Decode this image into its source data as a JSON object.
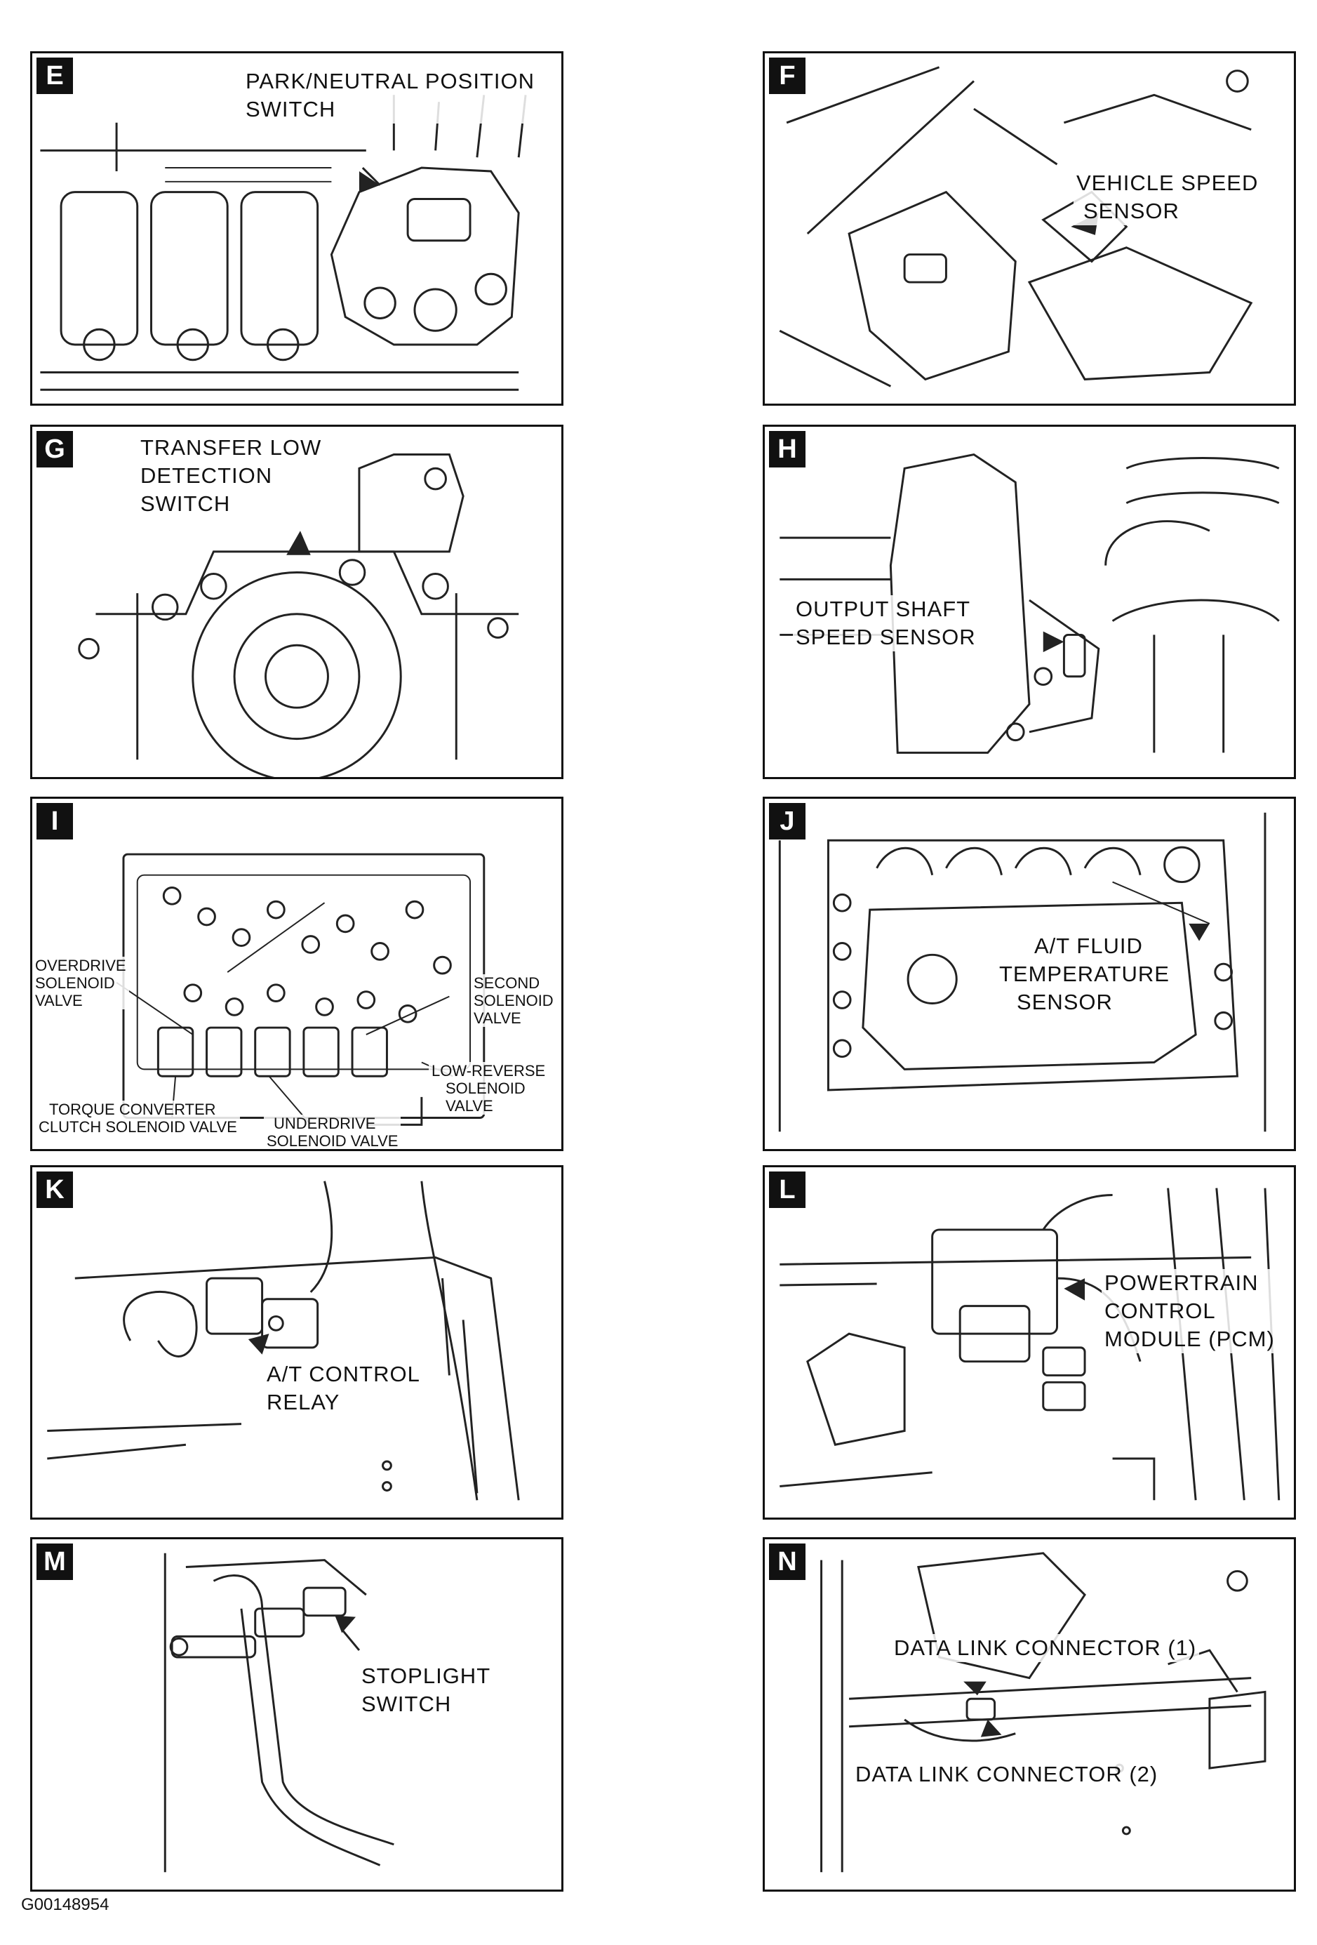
{
  "panels": {
    "E": {
      "letter": "E",
      "labels": [
        "PARK/NEUTRAL POSITION",
        "SWITCH"
      ]
    },
    "F": {
      "letter": "F",
      "labels": [
        "VEHICLE SPEED",
        "SENSOR"
      ]
    },
    "G": {
      "letter": "G",
      "labels": [
        "TRANSFER LOW",
        "DETECTION",
        "SWITCH"
      ]
    },
    "H": {
      "letter": "H",
      "labels": [
        "OUTPUT SHAFT",
        "SPEED SENSOR"
      ]
    },
    "I": {
      "letter": "I",
      "overdrive": [
        "OVERDRIVE",
        "SOLENOID",
        "VALVE"
      ],
      "second": [
        "SECOND",
        "SOLENOID",
        "VALVE"
      ],
      "low_reverse": [
        "LOW-REVERSE",
        "SOLENOID",
        "VALVE"
      ],
      "torque_converter": [
        "TORQUE CONVERTER",
        "CLUTCH SOLENOID VALVE"
      ],
      "underdrive": [
        "UNDERDRIVE",
        "SOLENOID VALVE"
      ]
    },
    "J": {
      "letter": "J",
      "labels": [
        "A/T FLUID",
        "TEMPERATURE",
        "SENSOR"
      ]
    },
    "K": {
      "letter": "K",
      "labels": [
        "A/T CONTROL",
        "RELAY"
      ]
    },
    "L": {
      "letter": "L",
      "labels": [
        "POWERTRAIN",
        "CONTROL",
        "MODULE (PCM)"
      ]
    },
    "M": {
      "letter": "M",
      "labels": [
        "STOPLIGHT",
        "SWITCH"
      ]
    },
    "N": {
      "letter": "N",
      "dlc1": "DATA LINK CONNECTOR (1)",
      "dlc2": "DATA LINK CONNECTOR (2)"
    }
  },
  "figure_code": "G00148954"
}
